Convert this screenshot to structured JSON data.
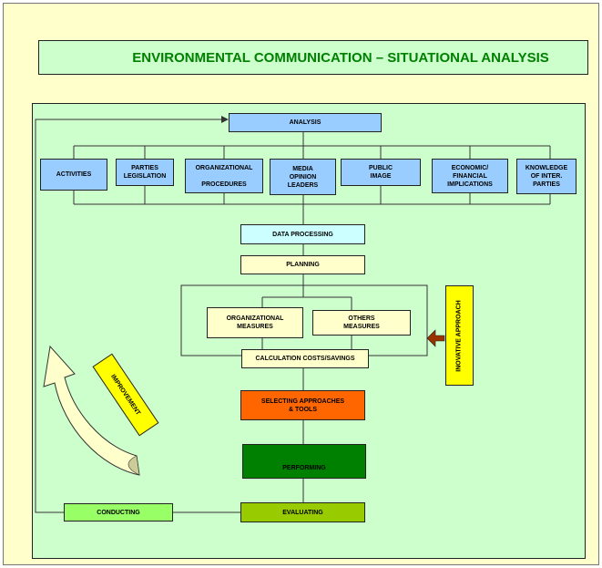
{
  "title": "ENVIRONMENTAL COMMUNICATION – SITUATIONAL ANALYSIS",
  "nodes": {
    "analysis": "ANALYSIS",
    "activities": "ACTIVITIES",
    "parties_legislation": "PARTIES\nLEGISLATION",
    "organizational_procedures": "ORGANIZATIONAL\n\nPROCEDURES",
    "media_opinion_leaders": "MEDIA\nOPINION\nLEADERS",
    "public_image": "PUBLIC\nIMAGE",
    "economic_financial": "ECONOMIC/\nFINANCIAL\nIMPLICATIONS",
    "knowledge_inter_parties": "KNOWLEDGE\nOF INTER.\nPARTIES",
    "data_processing": "DATA PROCESSING",
    "planning": "PLANNING",
    "organizational_measures": "ORGANIZATIONAL\nMEASURES",
    "others_measures": "OTHERS\nMEASURES",
    "calculation": "CALCULATION COSTS/SAVINGS",
    "inovative_approach": "INOVATIVE\nAPPROACH",
    "selecting": "SELECTING APPROACHES\n& TOOLS",
    "performing": "PERFORMING",
    "evaluating": "EVALUATING",
    "conducting": "CONDUCTING",
    "improvement": "IMPROVEMENT"
  },
  "colors": {
    "background": "#ffffcc",
    "panel": "#ccffcc",
    "title": "#008000",
    "blue_box": "#99ccff",
    "selecting": "#ff6600",
    "performing": "#008000",
    "arrow_red": "#993300",
    "improvement_arrow": "#ffffcc"
  }
}
